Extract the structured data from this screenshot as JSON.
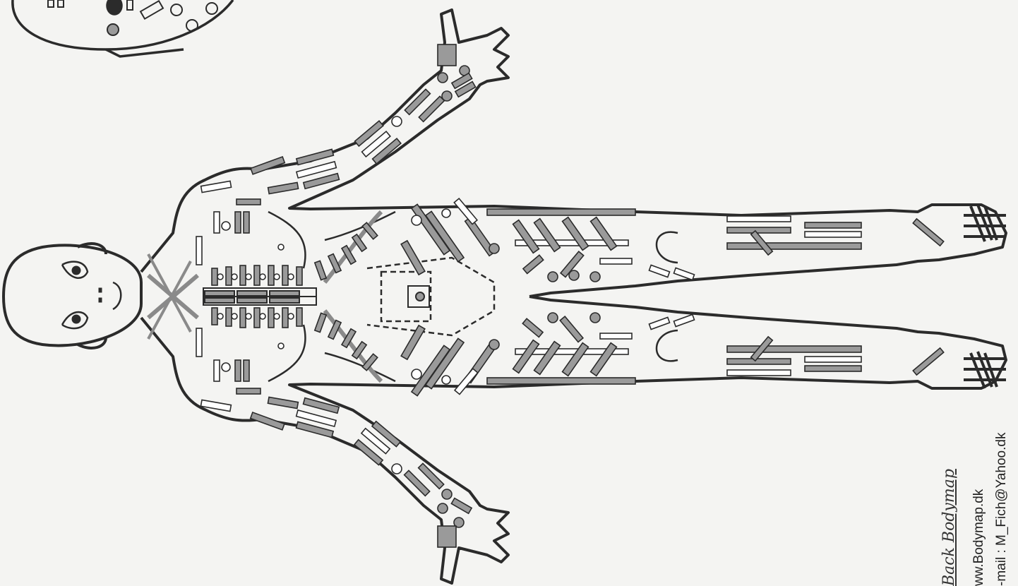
{
  "figure": {
    "caption_title": "Back Bodymap",
    "caption_website": "ww.Bodymap.dk",
    "caption_email": "-mail : M_Fich@Yahoo.dk"
  },
  "colors": {
    "ink": "#2b2b2b",
    "marker_fill": "#9a9a9a",
    "marker_light": "#ffffff",
    "paper": "#f4f4f2"
  }
}
